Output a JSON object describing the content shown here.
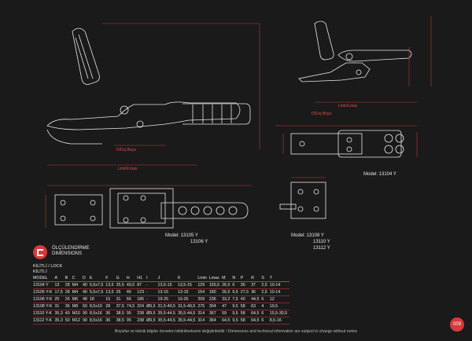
{
  "labels": {
    "d_dis_boyu": "D/Dış Boyu",
    "lmin_lmax": "Lmin/Lmax",
    "model_13104": "Model: 13104 Y",
    "model_13105": "Model: 13105 Y",
    "model_13106": "13106 Y",
    "model_13108": "Model: 13108 Y",
    "model_13110": "13110 Y",
    "model_13112": "13112 Y"
  },
  "title": {
    "tr": "ÖLÇÜLENDİRME",
    "en": "DIMENSIONS"
  },
  "lock": {
    "tr": "KİLİTLİ / LOCK",
    "en": "KİLİTLİ"
  },
  "table": {
    "headers": [
      "MODEL",
      "A",
      "B",
      "C",
      "D",
      "E",
      "F",
      "G",
      "H",
      "H1",
      "I",
      "J",
      "K",
      "Lmin",
      "Lmax",
      "M",
      "N",
      "P",
      "R",
      "S",
      "T"
    ],
    "rows": [
      [
        "13104 Y",
        "13",
        "28",
        "M4",
        "40",
        "5,5x7,5",
        "13,5",
        "25,5",
        "49,5",
        "87",
        "-",
        "13,5-15",
        "13,5-15",
        "129",
        "155,5",
        "26,5",
        "6",
        "30",
        "37",
        "2,5",
        "10-14"
      ],
      [
        "13105 Y-K",
        "17,5",
        "28",
        "M4",
        "40",
        "5,5x7,5",
        "13,5",
        "25",
        "46",
        "123",
        "-",
        "13-15",
        "13-15",
        "154",
        "180",
        "26,5",
        "6,5",
        "27,5",
        "36",
        "2,5",
        "10-14"
      ],
      [
        "13106 Y-K",
        "25",
        "26",
        "M6",
        "48",
        "18",
        "15",
        "31",
        "66",
        "185",
        "-",
        "19-25",
        "19-25",
        "209",
        "236",
        "33,2",
        "7,5",
        "40",
        "44,5",
        "6",
        "12"
      ],
      [
        "13108 Y-K",
        "31",
        "36",
        "M8",
        "50",
        "8,5x10",
        "28",
        "37,5",
        "74,5",
        "224",
        "Ø9,5",
        "31,5-40,5",
        "31,5-40,5",
        "275",
        "304",
        "47",
        "9,5",
        "58",
        "63",
        "4",
        "19,5"
      ],
      [
        "13110 Y-K",
        "35,3",
        "40",
        "M10",
        "90",
        "8,5x16",
        "36",
        "38,5",
        "95",
        "238",
        "Ø9,5",
        "35,5-44,5",
        "35,5-44,5",
        "314",
        "367",
        "59",
        "9,5",
        "58",
        "64,5",
        "6",
        "15,5-30,5"
      ],
      [
        "13112 Y-K",
        "35,3",
        "50",
        "M12",
        "90",
        "8,5x16",
        "36",
        "38,5",
        "95",
        "238",
        "Ø9,5",
        "35,5-44,5",
        "35,5-44,5",
        "314",
        "364",
        "64,5",
        "9,5",
        "58",
        "64,5",
        "6",
        "8,5-16"
      ]
    ]
  },
  "footer": "Boyutlar ve teknik bilgiler önceden bildirilmeksizin değiştirilebilir / Dimensions and technical information are subject to change without notice",
  "page_number": "009"
}
